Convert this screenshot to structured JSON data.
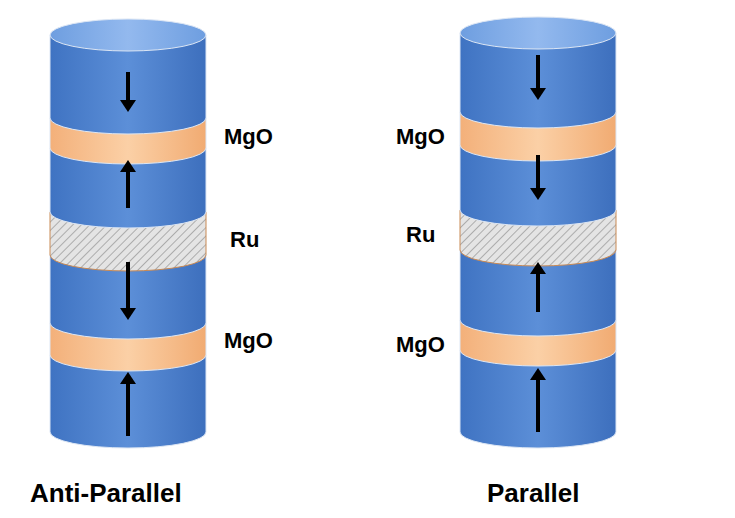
{
  "diagram": {
    "labels": [
      "MgO",
      "Ru",
      "MgO",
      "Anti-Parallel",
      "MgO",
      "Ru",
      "MgO",
      "Parallel"
    ]
  }
}
